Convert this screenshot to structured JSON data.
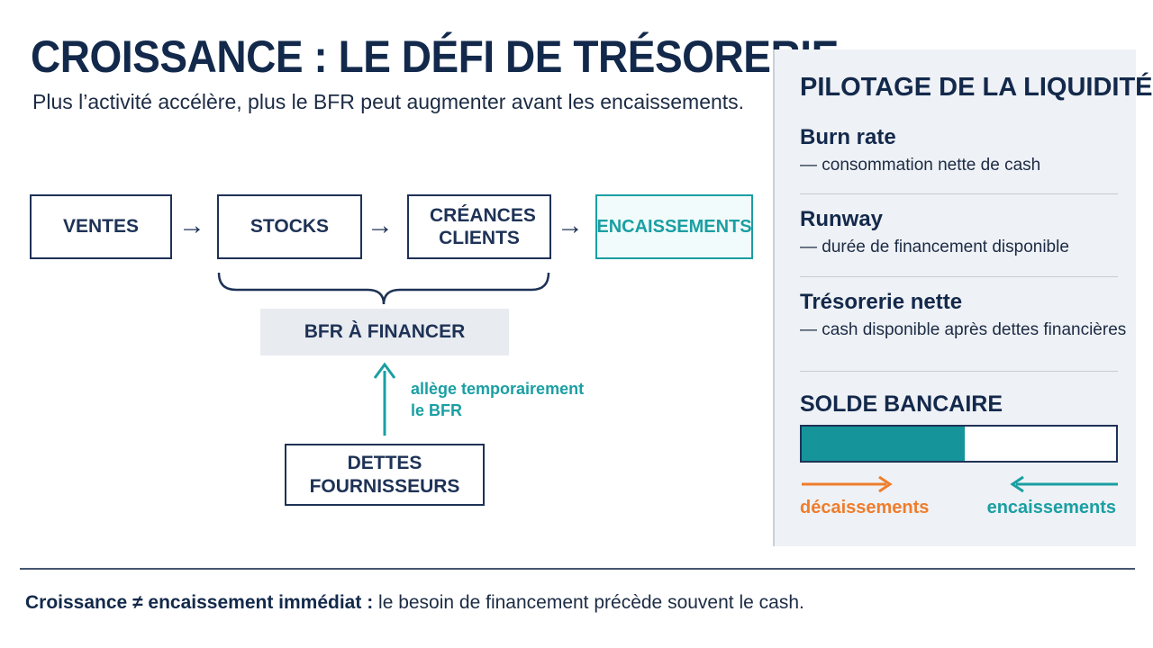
{
  "header": {
    "title": "CROISSANCE : LE DÉFI DE TRÉSORERIE",
    "subtitle": "Plus l’activité accélère, plus le BFR peut augmenter avant les encaissements."
  },
  "flow": {
    "steps": [
      "VENTES",
      "STOCKS",
      "CRÉANCES CLIENTS",
      "ENCAISSEMENTS"
    ],
    "arrow_glyph": "→",
    "bfr_label": "BFR À FINANCER",
    "suppliers_label": "DETTES FOURNISSEURS",
    "relief_label": "allège temporairement le BFR"
  },
  "panel": {
    "title": "PILOTAGE DE LA LIQUIDITÉ",
    "items": [
      {
        "title": "Burn rate",
        "desc": "— consommation nette de cash"
      },
      {
        "title": "Runway",
        "desc": "— durée de financement disponible"
      },
      {
        "title": "Trésorerie nette",
        "desc": "— cash disponible après dettes financières"
      }
    ],
    "solde": {
      "title": "SOLDE BANCAIRE",
      "fill_fraction": 0.52,
      "outflow_label": "décaissements",
      "inflow_label": "encaissements"
    }
  },
  "footer": {
    "bold": "Croissance ≠ encaissement immédiat :",
    "rest": " le besoin de financement précède souvent le cash."
  },
  "colors": {
    "navy": "#13294b",
    "teal": "#1a9fa3",
    "orange": "#ef7d2c",
    "panel_bg": "#eef1f5"
  }
}
